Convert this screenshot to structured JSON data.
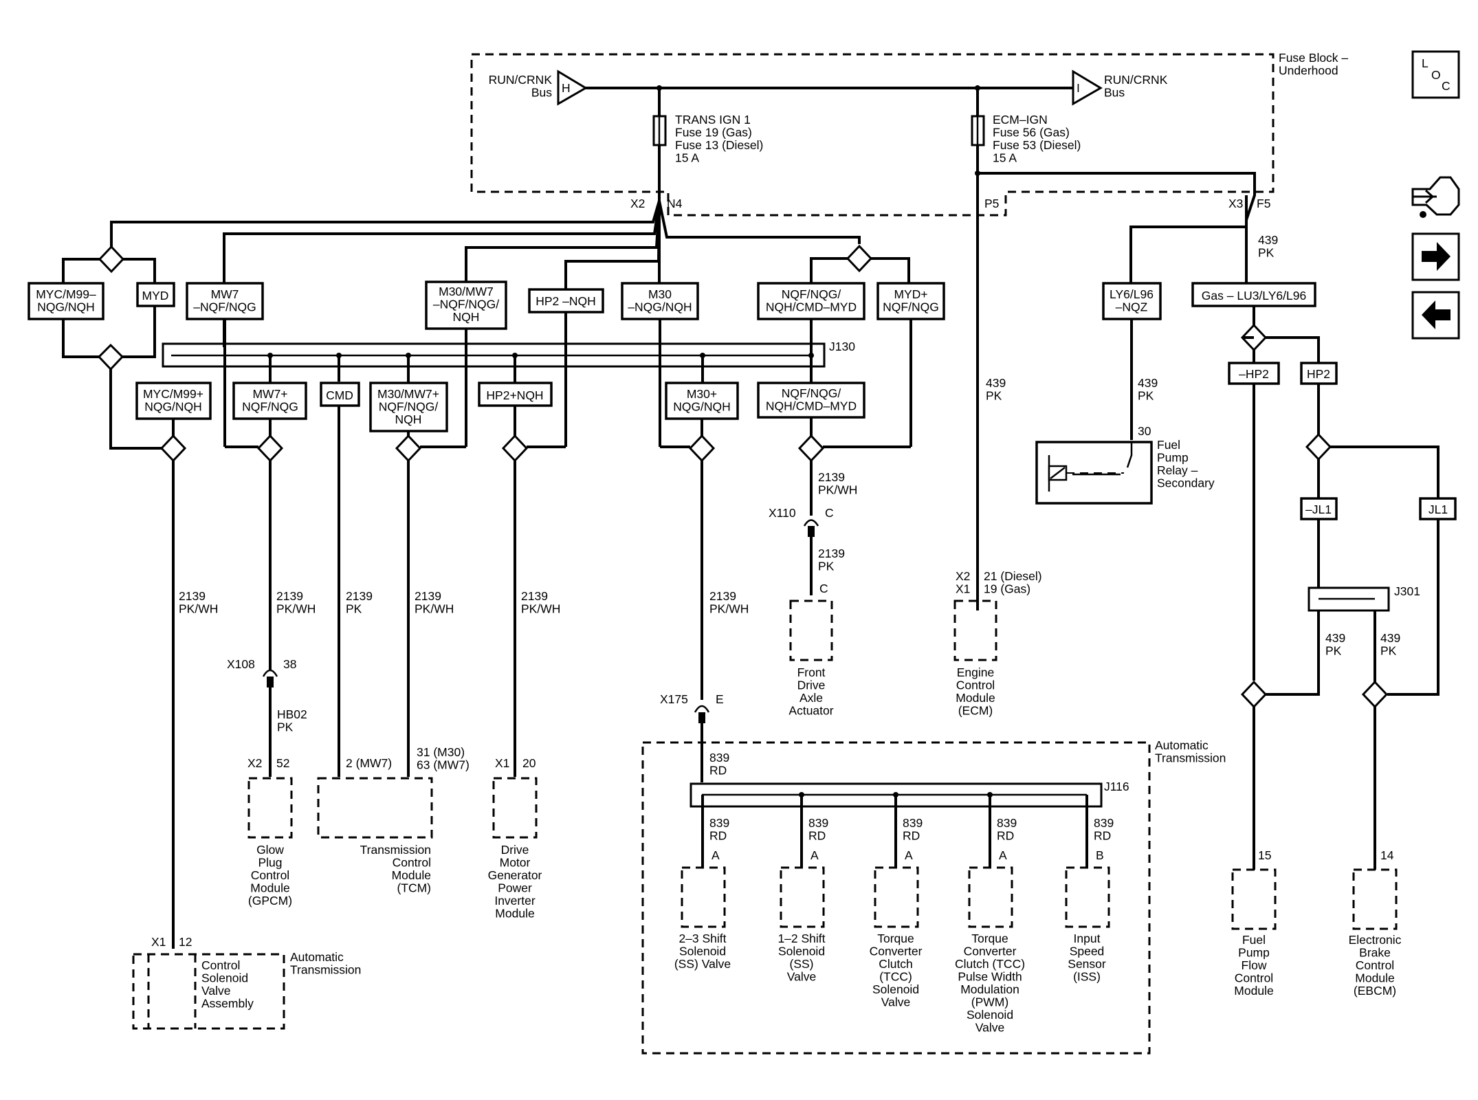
{
  "fuse_block": {
    "title": [
      "Fuse Block –",
      "Underhood"
    ],
    "bus_left": {
      "label": [
        "RUN/CRNK",
        "Bus"
      ],
      "letter": "H"
    },
    "bus_right": {
      "label": [
        "RUN/CRNK",
        "Bus"
      ],
      "letter": "I"
    },
    "fuse_trans": [
      "TRANS IGN 1",
      "Fuse 19 (Gas)",
      "Fuse 13 (Diesel)",
      "15 A"
    ],
    "fuse_ecm": [
      "ECM–IGN",
      "Fuse 56 (Gas)",
      "Fuse 53 (Diesel)",
      "15 A"
    ]
  },
  "connectors": {
    "x2": "X2",
    "n4": "N4",
    "p5": "P5",
    "x3": "X3",
    "f5": "F5",
    "j130": "J130",
    "j116": "J116",
    "j301": "J301",
    "x110": "X110",
    "x110_pin_top": "C",
    "x110_pin_bot": "C",
    "x108": "X108",
    "x108_pin": "38",
    "x175": "X175",
    "x175_pin": "E",
    "ecm_conn": [
      "X2",
      "X1"
    ],
    "ecm_pins": [
      "21 (Diesel)",
      "19 (Gas)"
    ],
    "gpcm_conn": "X2",
    "gpcm_pin": "52",
    "tcm_pin_a": "2 (MW7)",
    "tcm_pin_b": [
      "31 (M30)",
      "63 (MW7)"
    ],
    "dmg_conn": "X1",
    "dmg_pin": "20",
    "csva_conn": "X1",
    "csva_pin": "12",
    "relay_pin": "30",
    "ffpc_pin": "15",
    "ebcm_pin": "14",
    "sol_pins": [
      "A",
      "A",
      "A",
      "A",
      "B"
    ]
  },
  "option_boxes": {
    "myc_top": [
      "MYC/M99–",
      "NQG/NQH"
    ],
    "myd": [
      "MYD"
    ],
    "mw7_top": [
      "MW7",
      "–NQF/NQG"
    ],
    "m30mw7_top": [
      "M30/MW7",
      "–NQF/NQG/",
      "NQH"
    ],
    "hp2_top": [
      "HP2 –NQH"
    ],
    "m30_top": [
      "M30",
      "–NQG/NQH"
    ],
    "nqf_top": [
      "NQF/NQG/",
      "NQH/CMD–MYD"
    ],
    "mydplus": [
      "MYD+",
      "NQF/NQG"
    ],
    "myc_bot": [
      "MYC/M99+",
      "NQG/NQH"
    ],
    "mw7_bot": [
      "MW7+",
      "NQF/NQG"
    ],
    "cmd": [
      "CMD"
    ],
    "m30mw7_bot": [
      "M30/MW7+",
      "NQF/NQG/",
      "NQH"
    ],
    "hp2_bot": [
      "HP2+NQH"
    ],
    "m30_bot": [
      "M30+",
      "NQG/NQH"
    ],
    "nqf_bot": [
      "NQF/NQG/",
      "NQH/CMD–MYD"
    ],
    "ly6": [
      "LY6/L96",
      "–NQZ"
    ],
    "gas": [
      "Gas – LU3/LY6/L96"
    ],
    "hp2_neg": [
      "–HP2"
    ],
    "hp2_pos": [
      "HP2"
    ],
    "jl1_neg": [
      "–JL1"
    ],
    "jl1_pos": [
      "JL1"
    ]
  },
  "wires": {
    "c2139_pkwh": [
      "2139",
      "PK/WH"
    ],
    "c2139_pk": [
      "2139",
      "PK"
    ],
    "c439_pk": [
      "439",
      "PK"
    ],
    "c839_rd": [
      "839",
      "RD"
    ],
    "hb02_pk": [
      "HB02",
      "PK"
    ]
  },
  "components": {
    "front_axle": [
      "Front",
      "Drive",
      "Axle",
      "Actuator"
    ],
    "ecm": [
      "Engine",
      "Control",
      "Module",
      "(ECM)"
    ],
    "gpcm": [
      "Glow",
      "Plug",
      "Control",
      "Module",
      "(GPCM)"
    ],
    "tcm": [
      "Transmission",
      "Control",
      "Module",
      "(TCM)"
    ],
    "dmg": [
      "Drive",
      "Motor",
      "Generator",
      "Power",
      "Inverter",
      "Module"
    ],
    "csva": [
      "Control",
      "Solenoid",
      "Valve",
      "Assembly"
    ],
    "auto_trans": [
      "Automatic",
      "Transmission"
    ],
    "relay": [
      "Fuel",
      "Pump",
      "Relay –",
      "Secondary"
    ],
    "ss23": [
      "2–3 Shift",
      "Solenoid",
      "(SS) Valve"
    ],
    "ss12": [
      "1–2 Shift",
      "Solenoid",
      "(SS)",
      "Valve"
    ],
    "tcc": [
      "Torque",
      "Converter",
      "Clutch",
      "(TCC)",
      "Solenoid",
      "Valve"
    ],
    "tccpwm": [
      "Torque",
      "Converter",
      "Clutch (TCC)",
      "Pulse Width",
      "Modulation",
      "(PWM)",
      "Solenoid",
      "Valve"
    ],
    "iss": [
      "Input",
      "Speed",
      "Sensor",
      "(ISS)"
    ],
    "ffpc": [
      "Fuel",
      "Pump",
      "Flow",
      "Control",
      "Module"
    ],
    "ebcm": [
      "Electronic",
      "Brake",
      "Control",
      "Module",
      "(EBCM)"
    ]
  },
  "nav": {
    "loc": [
      "L",
      "O",
      "C"
    ],
    "icons": [
      "harness-connector-icon",
      "forward-arrow-icon",
      "back-arrow-icon"
    ]
  }
}
